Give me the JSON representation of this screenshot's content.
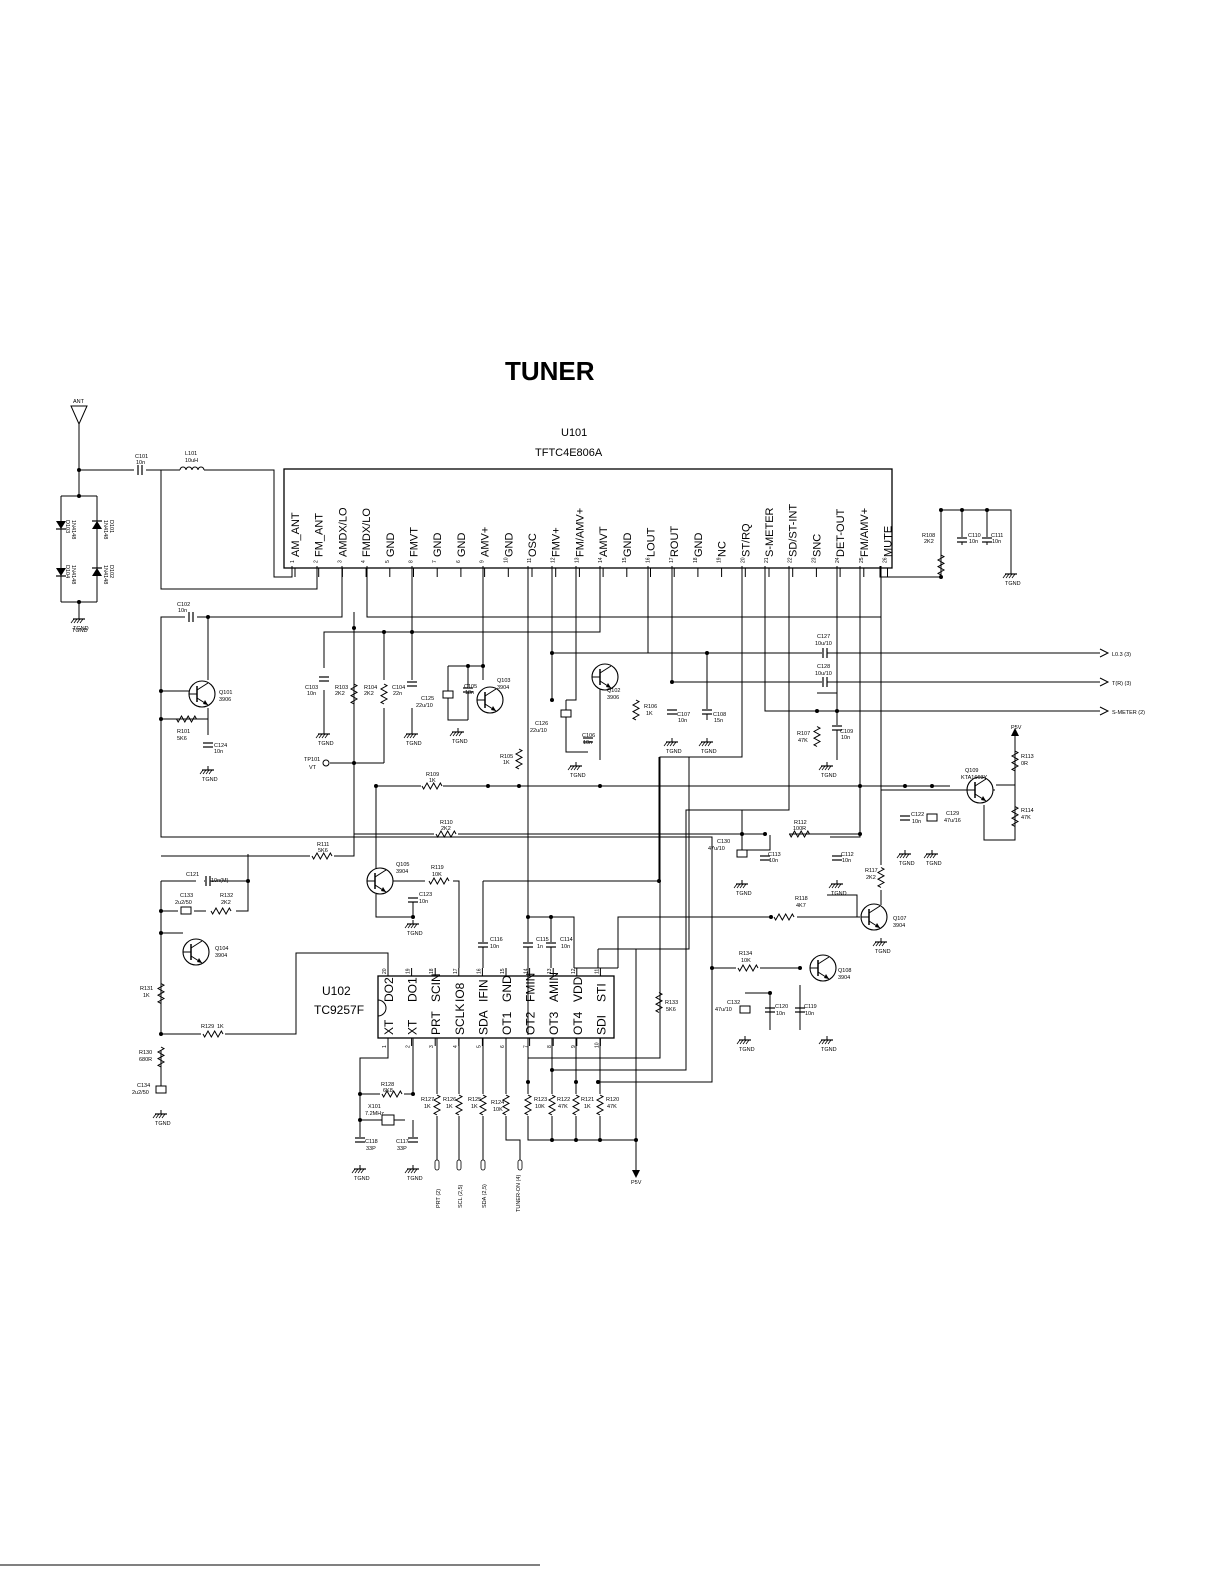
{
  "title": "TUNER",
  "u101": {
    "ref": "U101",
    "part": "TFTC4E806A",
    "pins": [
      {
        "num": "1",
        "name": "AM_ANT"
      },
      {
        "num": "2",
        "name": "FM_ANT"
      },
      {
        "num": "3",
        "name": "AMDX/LO"
      },
      {
        "num": "4",
        "name": "FMDX/LO"
      },
      {
        "num": "5",
        "name": "GND"
      },
      {
        "num": "8",
        "name": "FMVT"
      },
      {
        "num": "7",
        "name": "GND"
      },
      {
        "num": "6",
        "name": "GND"
      },
      {
        "num": "9",
        "name": "AMV+"
      },
      {
        "num": "10",
        "name": "GND"
      },
      {
        "num": "11",
        "name": "OSC"
      },
      {
        "num": "12",
        "name": "FMV+"
      },
      {
        "num": "13",
        "name": "FM/AMV+"
      },
      {
        "num": "14",
        "name": "AMVT"
      },
      {
        "num": "15",
        "name": "GND"
      },
      {
        "num": "16",
        "name": "LOUT"
      },
      {
        "num": "17",
        "name": "ROUT"
      },
      {
        "num": "18",
        "name": "GND"
      },
      {
        "num": "19",
        "name": "NC"
      },
      {
        "num": "20",
        "name": "ST/RQ"
      },
      {
        "num": "21",
        "name": "S-METER"
      },
      {
        "num": "22",
        "name": "SD/ST-INT"
      },
      {
        "num": "23",
        "name": "SNC"
      },
      {
        "num": "24",
        "name": "DET-OUT"
      },
      {
        "num": "25",
        "name": "FM/AMV+"
      },
      {
        "num": "26",
        "name": "MUTE"
      }
    ]
  },
  "u102": {
    "ref": "U102",
    "part": "TC9257F",
    "top_pins": [
      {
        "num": "20",
        "name": "DO2"
      },
      {
        "num": "19",
        "name": "DO1"
      },
      {
        "num": "18",
        "name": "SCIN"
      },
      {
        "num": "17",
        "name": "IO8"
      },
      {
        "num": "16",
        "name": "IFIN"
      },
      {
        "num": "15",
        "name": "GND"
      },
      {
        "num": "14",
        "name": "FMIN"
      },
      {
        "num": "13",
        "name": "AMIN"
      },
      {
        "num": "12",
        "name": "VDD"
      },
      {
        "num": "11",
        "name": "STI"
      }
    ],
    "bottom_pins": [
      {
        "num": "1",
        "name": "XT"
      },
      {
        "num": "2",
        "name": "XT"
      },
      {
        "num": "3",
        "name": "PRT"
      },
      {
        "num": "4",
        "name": "SCLK"
      },
      {
        "num": "5",
        "name": "SDA"
      },
      {
        "num": "6",
        "name": "OT1"
      },
      {
        "num": "7",
        "name": "OT2"
      },
      {
        "num": "8",
        "name": "OT3"
      },
      {
        "num": "9",
        "name": "OT4"
      },
      {
        "num": "10",
        "name": "SDI"
      }
    ]
  },
  "labels": {
    "ant": "ANT",
    "tgnd": "TGND",
    "p5v": "P5V",
    "tp101": "TP101",
    "vt": "VT",
    "c101": "C101",
    "c101v": "10n",
    "l101": "L101",
    "l101v": "10uH",
    "d101": "D101",
    "d102": "D102",
    "d103": "D103",
    "d104": "D104",
    "diode": "1N4148",
    "c102": "C102",
    "c102v": "10n",
    "q101": "Q101",
    "q101v": "3906",
    "r101": "R101",
    "r101v": "5K6",
    "c124": "C124",
    "c124v": "10n",
    "c103": "C103",
    "c103v": "10n",
    "r103": "R103",
    "r103v": "2K2",
    "r104": "R104",
    "r104v": "2K2",
    "c104": "C104",
    "c104v": "22n",
    "c125": "C125",
    "c125v": "22u/10",
    "c105": "C105",
    "c105v": "10n",
    "q103": "Q103",
    "q103v": "3904",
    "r105": "R105",
    "r105v": "1K",
    "c126": "C126",
    "c126v": "22u/10",
    "c106": "C106",
    "c106v": "10n",
    "q102": "Q102",
    "q102v": "3906",
    "r106": "R106",
    "r106v": "1K",
    "c107": "C107",
    "c107v": "10n",
    "c108": "C108",
    "c108v": "15n",
    "c127": "C127",
    "c127v": "10u/10",
    "c128": "C128",
    "c128v": "10u/10",
    "r107": "R107",
    "r107v": "47K",
    "c109": "C109",
    "c109v": "10n",
    "r108": "R108",
    "r108v": "2K2",
    "c110": "C110",
    "c110v": "10n",
    "c111": "C111",
    "c111v": "10n",
    "lout_sig": "L0.3 (3)",
    "rout_sig": "T(R) (3)",
    "smeter_sig": "S-METER (2)",
    "r109": "R109",
    "r109v": "1K",
    "r110": "R110",
    "r110v": "2K2",
    "r111": "R111",
    "r111v": "5K6",
    "r112": "R112",
    "r112v": "100R",
    "r113": "R113",
    "r113v": "0R",
    "r114": "R114",
    "r114v": "47K",
    "q109": "Q109",
    "q109v": "KTA1663Y",
    "c122": "C122",
    "c122v": "10n",
    "c129": "C129",
    "c129v": "47u/16",
    "c130": "C130",
    "c130v": "47u/10",
    "c113": "C113",
    "c113v": "10n",
    "c112": "C112",
    "c112v": "10n",
    "c121": "C121",
    "c121v": "10n(M)",
    "c133": "C133",
    "c133v": "2u2/50",
    "r132": "R132",
    "r132v": "2K2",
    "q104": "Q104",
    "q104v": "3904",
    "q105": "Q105",
    "q105v": "3904",
    "r119": "R119",
    "r119v": "10K",
    "c123": "C123",
    "c123v": "10n",
    "c116": "C116",
    "c116v": "10n",
    "c115": "C115",
    "c115v": "1n",
    "c114": "C114",
    "c114v": "10n",
    "r117": "R117",
    "r117v": "2K2",
    "r118": "R118",
    "r118v": "4K7",
    "q107": "Q107",
    "q107v": "3904",
    "r134": "R134",
    "r134v": "10K",
    "q108": "Q108",
    "q108v": "3904",
    "c132": "C132",
    "c132v": "47u/10",
    "c120": "C120",
    "c120v": "10n",
    "c119": "C119",
    "c119v": "10n",
    "r133": "R133",
    "r133v": "5K6",
    "r131": "R131",
    "r131v": "1K",
    "r129": "R129",
    "r129v": "1K",
    "r130": "R130",
    "r130v": "680R",
    "c134": "C134",
    "c134v": "2u2/50",
    "r128": "R128",
    "r128v": "6K8",
    "x101": "X101",
    "x101v": "7.2MHz",
    "c118": "C118",
    "c118v": "33P",
    "c117": "C117",
    "c117v": "33P",
    "r127": "R127",
    "r127v": "1K",
    "r126": "R126",
    "r126v": "1K",
    "r125": "R125",
    "r125v": "1K",
    "r124": "R124",
    "r124v": "10K",
    "r123": "R123",
    "r123v": "10K",
    "r122": "R122",
    "r122v": "47K",
    "r121": "R121",
    "r121v": "1K",
    "r120": "R120",
    "r120v": "47K",
    "prt_sig": "PRT (2)",
    "scl_sig": "SCL (2,5)",
    "sda_sig": "SDA (2,5)",
    "tuneron_sig": "TUNER-ON (4)"
  }
}
